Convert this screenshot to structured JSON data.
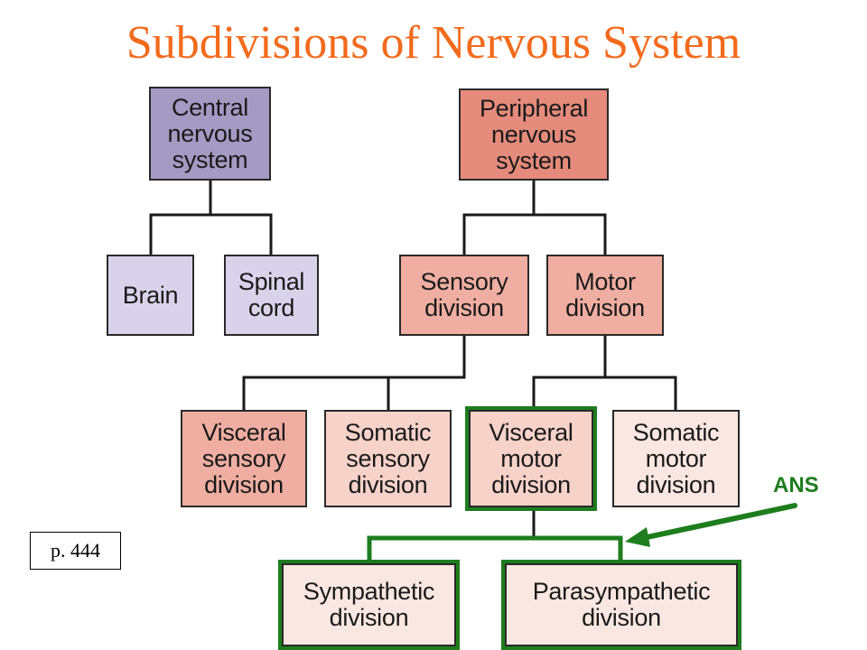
{
  "title": "Subdivisions of Nervous System",
  "colors": {
    "title": "#f26b1d",
    "cns": "#a59ac3",
    "cns_light": "#d8d3ea",
    "pns": "#e58b7c",
    "pns_mid": "#f0aea2",
    "pns_light": "#f7d2c9",
    "pns_pale": "#fbe7e1",
    "highlight": "#1e7d1e",
    "connector": "#1a1a1a"
  },
  "nodes": {
    "cns": "Central\nnervous\nsystem",
    "pns": "Peripheral\nnervous\nsystem",
    "brain": "Brain",
    "spinal_cord": "Spinal\ncord",
    "sensory": "Sensory\ndivision",
    "motor": "Motor\ndivision",
    "visceral_sensory": "Visceral\nsensory\ndivision",
    "somatic_sensory": "Somatic\nsensory\ndivision",
    "visceral_motor": "Visceral\nmotor\ndivision",
    "somatic_motor": "Somatic\nmotor\ndivision",
    "sympathetic": "Sympathetic\ndivision",
    "parasympathetic": "Parasympathetic\ndivision"
  },
  "annotation": {
    "label": "ANS",
    "arrow": "arrow-icon"
  },
  "page_ref": "p. 444"
}
